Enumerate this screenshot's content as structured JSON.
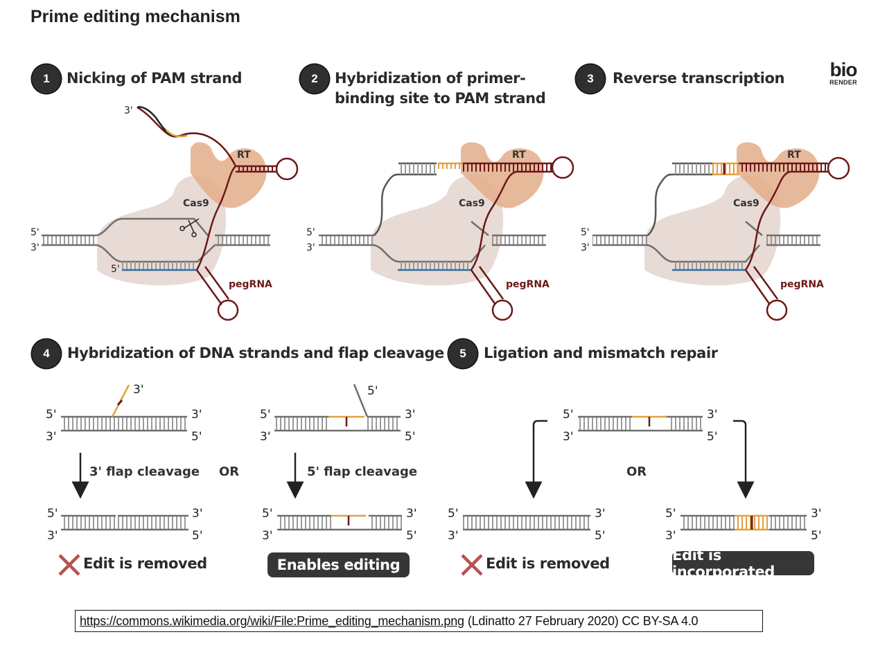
{
  "title": "Prime editing mechanism",
  "logo": {
    "top": "bio",
    "bottom": "RENDER"
  },
  "colors": {
    "dna": "#6e6e6e",
    "rung": "#9a9a9a",
    "pegrna": "#6b1818",
    "edit": "#e0a040",
    "spacer": "#2e6da4",
    "cas9": "#e8dbd6",
    "rt": "#e3ad8a",
    "x_mark": "#b5534f",
    "pill_bg": "#363636"
  },
  "steps": [
    {
      "num": "1",
      "label": "Nicking of PAM strand"
    },
    {
      "num": "2",
      "label": "Hybridization of primer-binding site to PAM strand"
    },
    {
      "num": "3",
      "label": "Reverse transcription"
    },
    {
      "num": "4",
      "label": "Hybridization of DNA strands and flap cleavage"
    },
    {
      "num": "5",
      "label": "Ligation and mismatch repair"
    }
  ],
  "panel_labels": {
    "rt": "RT",
    "cas9": "Cas9",
    "pegrna": "pegRNA",
    "five_prime": "5'",
    "three_prime": "3'"
  },
  "step4": {
    "left_flap": "3' flap cleavage",
    "right_flap": "5' flap cleavage",
    "or": "OR",
    "left_outcome": "Edit is removed",
    "right_outcome": "Enables editing"
  },
  "step5": {
    "or": "OR",
    "left_outcome": "Edit is removed",
    "right_outcome": "Edit is incorporated"
  },
  "citation": {
    "link": "https://commons.wikimedia.org/wiki/File:Prime_editing_mechanism.png",
    "text": "(Ldinatto 27 February 2020) CC BY-SA 4.0"
  }
}
